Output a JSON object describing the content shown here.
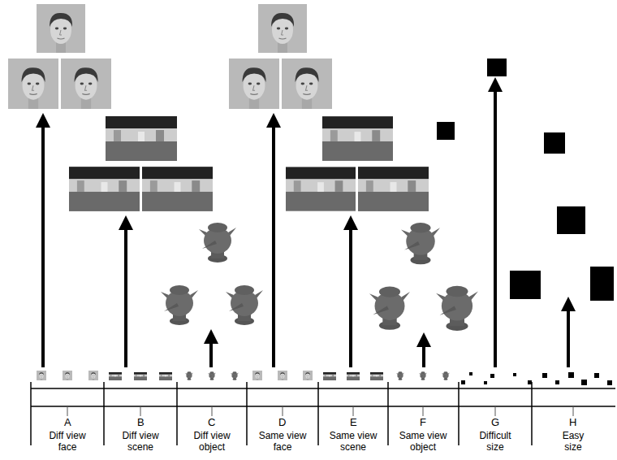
{
  "diagram": {
    "labels": [
      "A",
      "Diff view face",
      "B",
      "Diff view scene",
      "C",
      "Diff view object",
      "D",
      "Same view face",
      "E",
      "Same view scene",
      "F",
      "Same view object",
      "G",
      "Difficult size",
      "H",
      "Easy size"
    ]
  }
}
